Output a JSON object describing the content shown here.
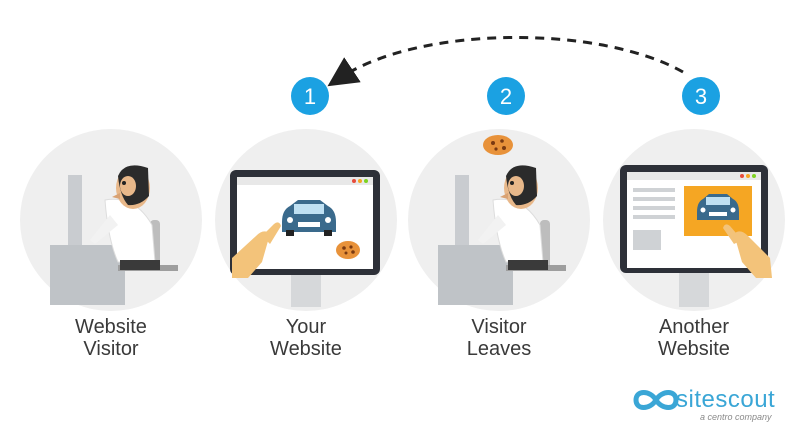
{
  "steps": [
    {
      "number": "1",
      "title_line1": "Your",
      "title_line2": "Website"
    },
    {
      "number": "2",
      "title_line1": "Visitor",
      "title_line2": "Leaves"
    },
    {
      "number": "3",
      "title_line1": "Another",
      "title_line2": "Website"
    }
  ],
  "visitor": {
    "title_line1": "Website",
    "title_line2": "Visitor"
  },
  "logo": {
    "name": "sitescout",
    "tagline": "a centro company"
  },
  "colors": {
    "badge": "#1ba1e2",
    "circle": "#efefef",
    "screen_bezel": "#2d3038",
    "car": "#3a6a8c",
    "ad_background": "#f5a623",
    "cookie": "#e8923a",
    "logo": "#3aa6d6"
  }
}
